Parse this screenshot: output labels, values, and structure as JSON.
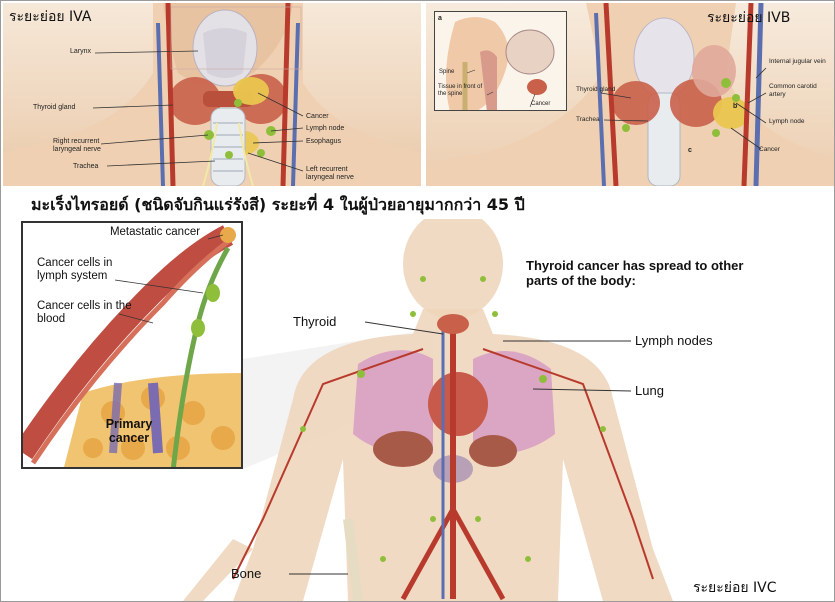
{
  "panels": {
    "iva": {
      "stage_label": "ระยะย่อย IVA",
      "labels": {
        "larynx": "Larynx",
        "thyroid_gland": "Thyroid gland",
        "right_recurrent": "Right recurrent laryngeal nerve",
        "trachea": "Trachea",
        "cancer": "Cancer",
        "lymph_node": "Lymph node",
        "esophagus": "Esophagus",
        "left_recurrent": "Left recurrent laryngeal nerve"
      }
    },
    "ivb": {
      "stage_label": "ระยะย่อย IVB",
      "inset_letter": "a",
      "labels": {
        "spine": "Spine",
        "tissue_in_front": "Tissue in front of the spine",
        "cancer_inset": "Cancer",
        "thyroid_gland": "Thyroid gland",
        "trachea": "Trachea",
        "internal_jugular": "Internal jugular vein",
        "common_carotid": "Common carotid artery",
        "lymph_node": "Lymph node",
        "cancer": "Cancer",
        "letter_b": "b",
        "letter_c": "c"
      }
    }
  },
  "caption": "มะเร็งไทรอยด์ (ชนิดจับกินแร่รังสี) ระยะที่ 4 ในผู้ป่วยอายุมากกว่า 45 ปี",
  "ivc": {
    "stage_label": "ระยะย่อย IVC",
    "spread_text": "Thyroid cancer has spread to other parts of the body:",
    "labels": {
      "thyroid": "Thyroid",
      "lymph_nodes": "Lymph nodes",
      "lung": "Lung",
      "bone": "Bone"
    },
    "inset": {
      "metastatic": "Metastatic cancer",
      "lymph_system": "Cancer cells in lymph system",
      "blood": "Cancer cells in the blood",
      "primary": "Primary cancer"
    }
  },
  "colors": {
    "skin": "#efd3b8",
    "thyroid": "#c9604a",
    "lung": "#d9a3c4",
    "lymph": "#8fbf3a",
    "vessel_red": "#b83a2c",
    "vessel_blue": "#5b6fb0"
  }
}
